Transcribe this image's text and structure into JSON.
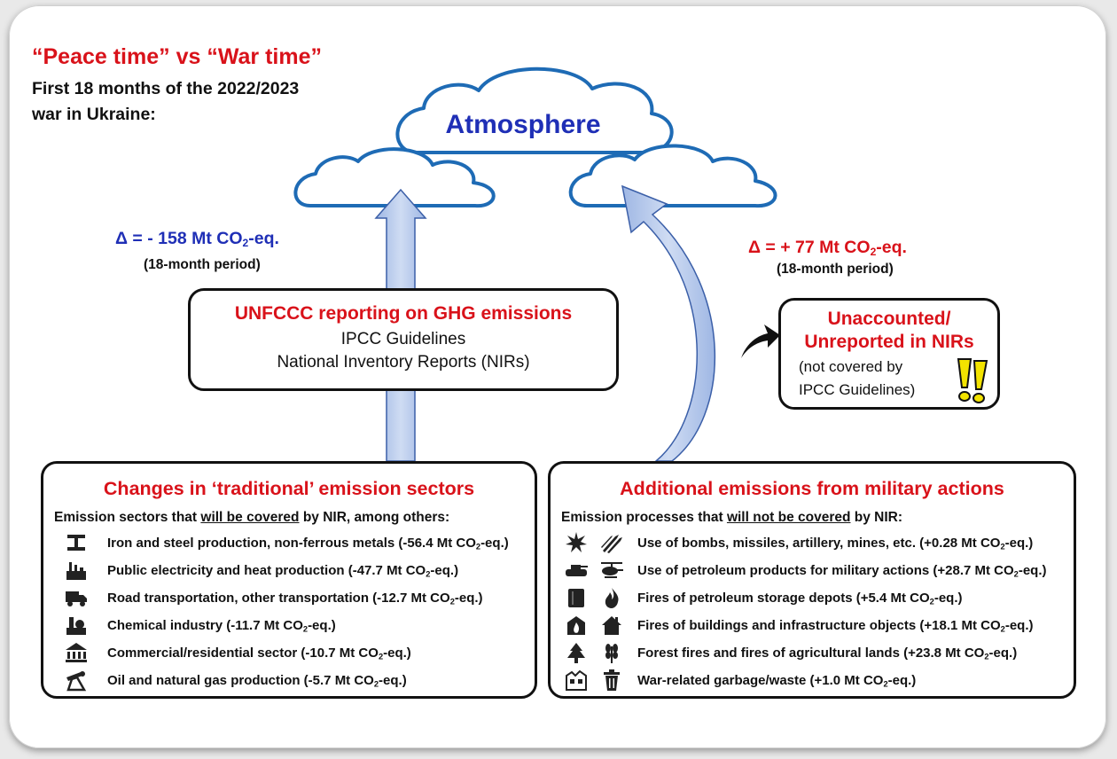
{
  "header": {
    "title": "“Peace time” vs “War time”",
    "subtitle_line1": "First 18 months of the 2022/2023",
    "subtitle_line2": "war in Ukraine:"
  },
  "atmosphere": {
    "label": "Atmosphere"
  },
  "left_delta": {
    "prefix": "Δ = - 158 Mt CO",
    "sub": "2",
    "suffix": "-eq.",
    "period": "(18-month period)"
  },
  "right_delta": {
    "prefix": "Δ = + 77 Mt CO",
    "sub": "2",
    "suffix": "-eq.",
    "period": "(18-month period)"
  },
  "unfccc": {
    "title": "UNFCCC reporting on GHG emissions",
    "line1": "IPCC Guidelines",
    "line2": "National Inventory Reports (NIRs)"
  },
  "unaccounted": {
    "title1": "Unaccounted/",
    "title2": "Unreported in NIRs",
    "line1": "(not covered by",
    "line2": "IPCC Guidelines)"
  },
  "traditional": {
    "title": "Changes in ‘traditional’ emission sectors",
    "intro_pre": "Emission sectors that ",
    "intro_u": "will be covered",
    "intro_post": " by NIR, among others:",
    "items": [
      {
        "text": "Iron and steel production, non-ferrous metals (-56.4 Mt CO",
        "tail": "-eq.)",
        "icon": "steel-beam-icon"
      },
      {
        "text": "Public electricity and heat production (-47.7 Mt CO",
        "tail": "-eq.)",
        "icon": "power-plant-icon"
      },
      {
        "text": "Road transportation, other transportation (-12.7 Mt CO",
        "tail": "-eq.)",
        "icon": "truck-icon"
      },
      {
        "text": "Chemical industry (-11.7 Mt CO",
        "tail": "-eq.)",
        "icon": "chemical-plant-icon"
      },
      {
        "text": "Commercial/residential sector (-10.7 Mt CO",
        "tail": "-eq.)",
        "icon": "bank-building-icon"
      },
      {
        "text": "Oil and natural gas production (-5.7 Mt CO",
        "tail": "-eq.)",
        "icon": "oil-pump-icon"
      }
    ]
  },
  "military": {
    "title": "Additional emissions from military actions",
    "intro_pre": "Emission processes that ",
    "intro_u": "will not be covered",
    "intro_post": " by NIR:",
    "items": [
      {
        "text": "Use of bombs, missiles, artillery, mines, etc. (+0.28 Mt CO",
        "tail": "-eq.)",
        "icon1": "explosion-icon",
        "icon2": "missiles-icon"
      },
      {
        "text": "Use of petroleum products for military actions (+28.7 Mt CO",
        "tail": "-eq.)",
        "icon1": "tank-icon",
        "icon2": "helicopter-icon"
      },
      {
        "text": "Fires of petroleum storage depots  (+5.4 Mt CO",
        "tail": "-eq.)",
        "icon1": "storage-tank-icon",
        "icon2": "flame-icon"
      },
      {
        "text": "Fires of buildings and infrastructure objects  (+18.1 Mt CO",
        "tail": "-eq.)",
        "icon1": "burning-building-icon",
        "icon2": "burning-house-icon"
      },
      {
        "text": "Forest fires and fires of agricultural lands  (+23.8 Mt CO",
        "tail": "-eq.)",
        "icon1": "burning-tree-icon",
        "icon2": "burning-wheat-icon"
      },
      {
        "text": "War-related garbage/waste  (+1.0 Mt CO",
        "tail": "-eq.)",
        "icon1": "ruined-building-icon",
        "icon2": "trash-bin-icon"
      }
    ]
  },
  "colors": {
    "red": "#d9121a",
    "blue": "#1f2fb6",
    "cloud_stroke": "#1e6bb5",
    "arrow_fill": "#b8c9ea",
    "arrow_stroke": "#3b5fa8"
  }
}
